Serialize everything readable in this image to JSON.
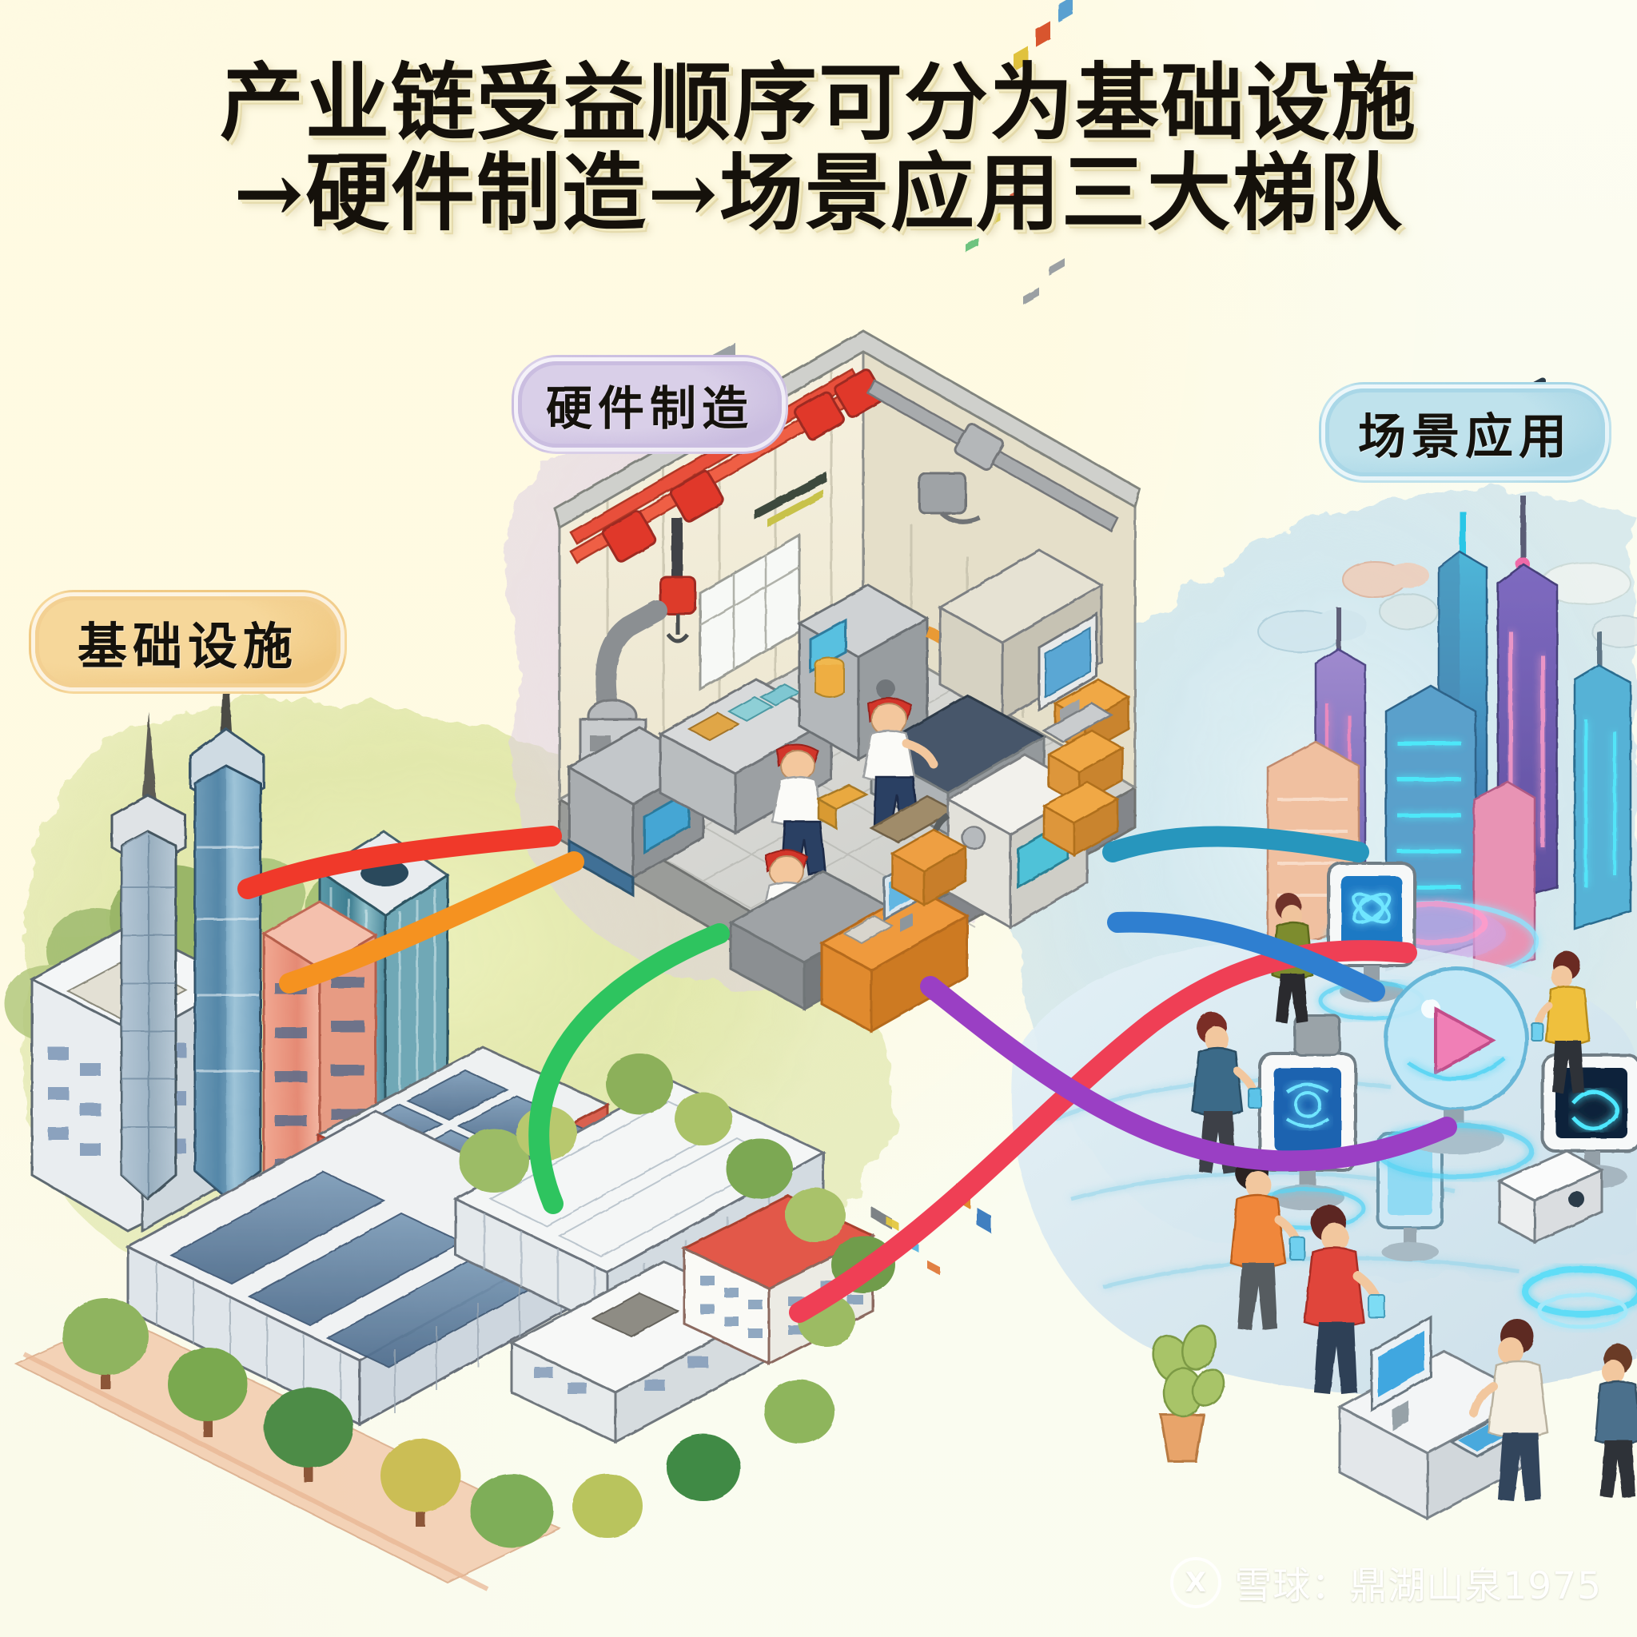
{
  "page": {
    "background_color": "#fcfcf0",
    "title_lines": [
      "产业链受益顺序可分为基础设施",
      "→硬件制造→场景应用三大梯队"
    ],
    "title_color": "#15110b",
    "title_shadow_color": "#f3ecc4"
  },
  "badges": [
    {
      "id": "infrastructure",
      "label": "基础设施",
      "color": "#f0c881",
      "outline_color": "#f3d092"
    },
    {
      "id": "hardware",
      "label": "硬件制造",
      "color": "#c8bade",
      "outline_color": "#cabde0"
    },
    {
      "id": "scenario",
      "label": "场景应用",
      "color": "#a5d4e4",
      "outline_color": "#a9d7e7"
    }
  ],
  "scenes": {
    "infrastructure": {
      "name": "基础设施",
      "blob_color": "#e2e7ab",
      "description_items": [
        "skyscraper-cluster",
        "solar-panel-warehouses",
        "data-center-buildings",
        "tree-lined-road"
      ]
    },
    "hardware": {
      "name": "硬件制造",
      "blob_color": "#ecdbe2",
      "description_items": [
        "factory-floor",
        "red-gantry-crane",
        "cnc-machines",
        "control-console",
        "workers-red-helmet",
        "workbench-desk"
      ]
    },
    "scenario": {
      "name": "场景应用",
      "blob_color": "#cfe6f0",
      "description_items": [
        "neon-smart-city",
        "holographic-kiosks",
        "people-with-devices",
        "ai-screens"
      ]
    }
  },
  "connectors": [
    {
      "id": "infra-to-hardware-red",
      "color": "#f0392a",
      "from": "infrastructure",
      "to": "hardware"
    },
    {
      "id": "infra-to-hardware-orange",
      "color": "#f59220",
      "from": "infrastructure",
      "to": "hardware"
    },
    {
      "id": "infra-to-hardware-green",
      "color": "#2ec45f",
      "from": "infrastructure",
      "to": "hardware"
    },
    {
      "id": "infra-to-scenario-pink",
      "color": "#ef3f55",
      "from": "infrastructure",
      "to": "scenario"
    },
    {
      "id": "hardware-to-scenario-teal",
      "color": "#2796bd",
      "from": "hardware",
      "to": "scenario"
    },
    {
      "id": "hardware-to-scenario-blue",
      "color": "#2f7fd0",
      "from": "hardware",
      "to": "scenario"
    },
    {
      "id": "hardware-to-scenario-purple",
      "color": "#9a3fc4",
      "from": "hardware",
      "to": "scenario"
    }
  ],
  "watermark": {
    "logo_glyph": "X",
    "text": "雪球：鼎湖山泉1975"
  }
}
